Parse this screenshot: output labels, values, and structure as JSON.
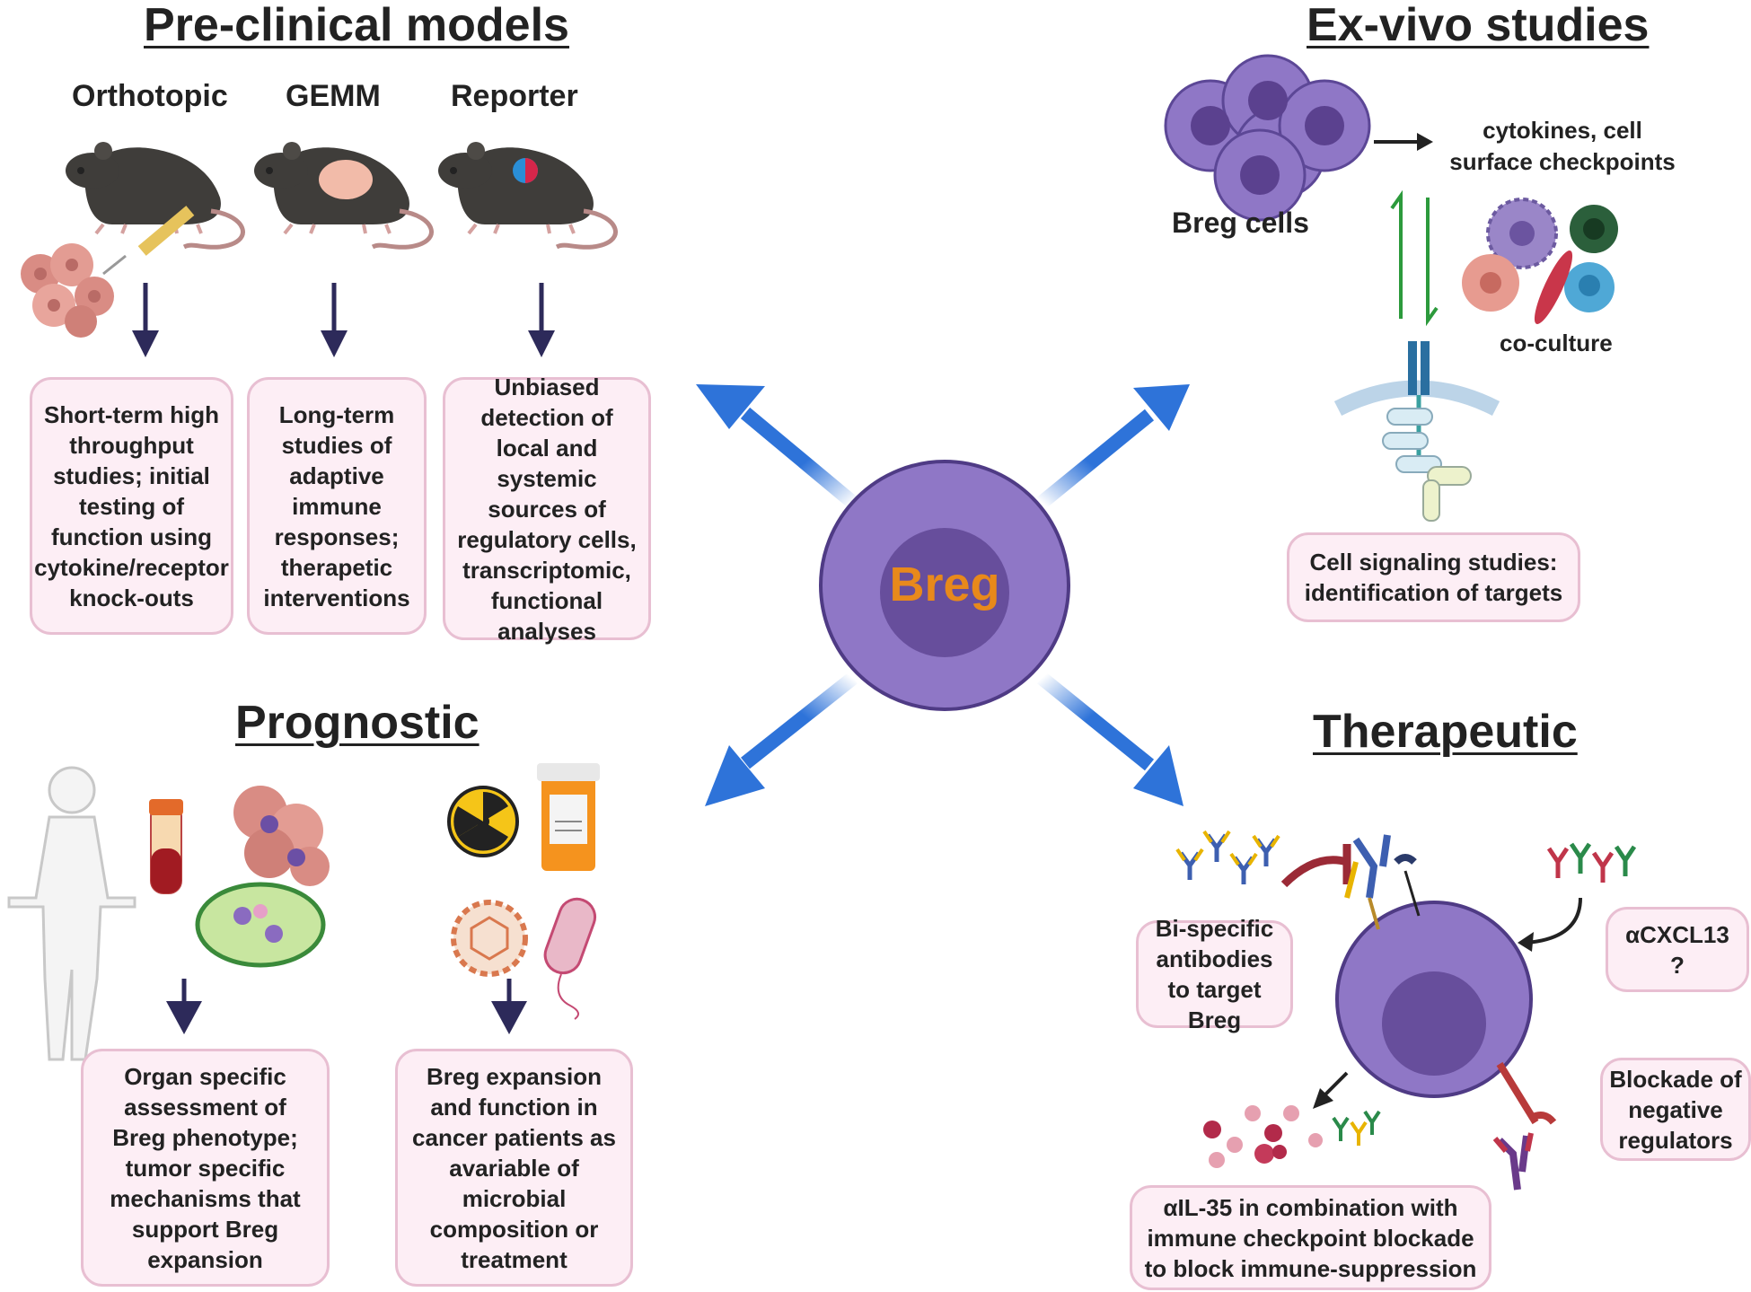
{
  "center_label": "Breg",
  "sections": {
    "preclinical": {
      "title": "Pre-clinical models",
      "models": [
        "Orthotopic",
        "GEMM",
        "Reporter"
      ],
      "boxes": [
        "Short-term high throughput studies; initial testing of function using cytokine/receptor knock-outs",
        "Long-term studies of adaptive immune responses; therapetic interventions",
        "Unbiased detection of local and systemic sources of regulatory cells, transcriptomic, functional analyses"
      ]
    },
    "exvivo": {
      "title": "Ex-vivo studies",
      "cells_label": "Breg cells",
      "output_label": "cytokines, cell surface checkpoints",
      "coculture_label": "co-culture",
      "box": "Cell signaling studies: identification of targets"
    },
    "prognostic": {
      "title": "Prognostic",
      "boxes": [
        "Organ specific assessment of Breg phenotype; tumor specific mechanisms that support Breg expansion",
        "Breg expansion and function in cancer patients as avariable of microbial composition or treatment"
      ]
    },
    "therapeutic": {
      "title": "Therapeutic",
      "boxes": {
        "bispecific": "Bi-specific antibodies to target Breg",
        "cxcl13": "αCXCL13 ?",
        "blockade": "Blockade of negative regulators",
        "il35": "αIL-35 in combination with immune checkpoint blockade  to block immune-suppression"
      }
    }
  },
  "colors": {
    "box_fill": "#fdeef5",
    "box_border": "#e8bfd2",
    "cell_outer": "#8f77c6",
    "cell_inner": "#674e9c",
    "breg_text": "#e8891b",
    "arrow_blue": "#2e73d9",
    "down_arrow": "#2d2a5a"
  }
}
